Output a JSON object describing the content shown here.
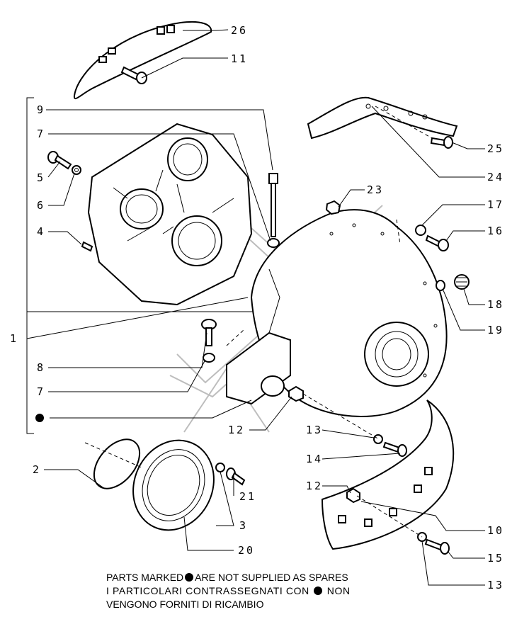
{
  "callouts": {
    "c26": "26",
    "c11": "11",
    "c9": "9",
    "c7a": "7",
    "c5": "5",
    "c6": "6",
    "c4": "4",
    "c1": "1",
    "c8": "8",
    "c7b": "7",
    "c2": "2",
    "c3": "3",
    "c21": "21",
    "c20": "20",
    "c23": "23",
    "c17": "17",
    "c16": "16",
    "c25": "25",
    "c24": "24",
    "c18": "18",
    "c19": "19",
    "c12a": "12",
    "c13a": "13",
    "c14": "14",
    "c12b": "12",
    "c10": "10",
    "c15": "15",
    "c13b": "13"
  },
  "note": {
    "line1_a": "PARTS MARKED",
    "line1_b": "ARE NOT SUPPLIED AS SPARES",
    "line2_a": "I PARTICOLARI CONTRASSEGNATI CON",
    "line2_b": "NON",
    "line3": "VENGONO FORNITI DI RICAMBIO"
  }
}
